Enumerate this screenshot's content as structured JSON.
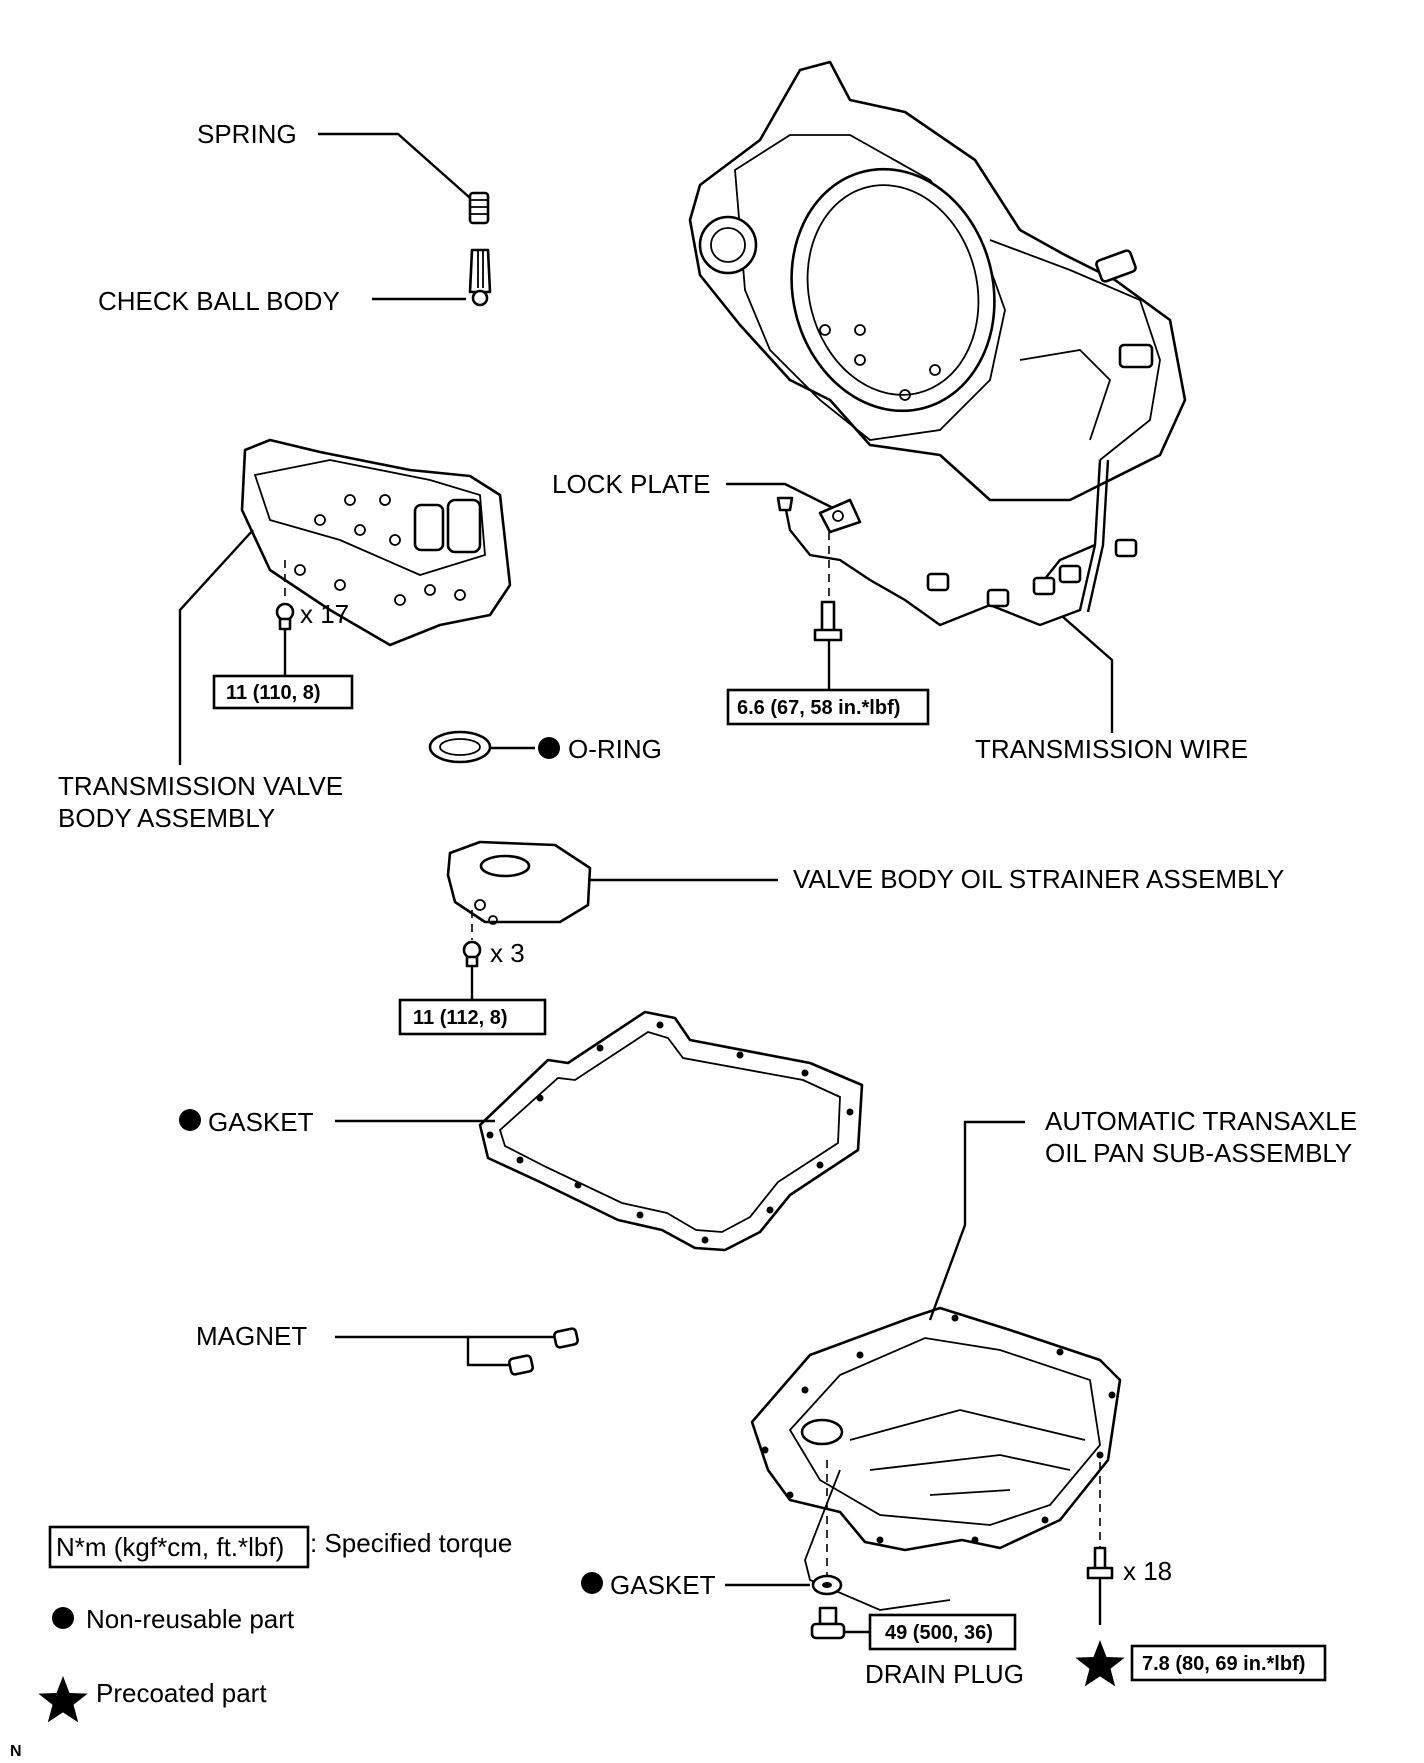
{
  "labels": {
    "spring": "SPRING",
    "check_ball_body": "CHECK BALL BODY",
    "lock_plate": "LOCK PLATE",
    "transmission_valve_body_line1": "TRANSMISSION VALVE",
    "transmission_valve_body_line2": "BODY ASSEMBLY",
    "o_ring": "O-RING",
    "transmission_wire": "TRANSMISSION WIRE",
    "valve_body_oil_strainer": "VALVE BODY OIL STRAINER ASSEMBLY",
    "gasket_pan": "GASKET",
    "oil_pan_line1": "AUTOMATIC TRANSAXLE",
    "oil_pan_line2": "OIL PAN SUB-ASSEMBLY",
    "magnet": "MAGNET",
    "gasket_drain": "GASKET",
    "drain_plug": "DRAIN PLUG"
  },
  "quantities": {
    "valve_body_bolts": "x 17",
    "strainer_bolts": "x 3",
    "oil_pan_bolts": "x 18"
  },
  "torques": {
    "valve_body": "11 (110, 8)",
    "lock_plate": "6.6 (67, 58 in.*lbf)",
    "strainer": "11 (112, 8)",
    "drain_plug": "49 (500, 36)",
    "oil_pan": "7.8 (80, 69 in.*lbf)"
  },
  "legend": {
    "torque_box": "N*m (kgf*cm, ft.*lbf)",
    "torque_desc": ": Specified torque",
    "non_reusable": "Non-reusable part",
    "precoated": "Precoated part"
  },
  "corner_mark": "N"
}
